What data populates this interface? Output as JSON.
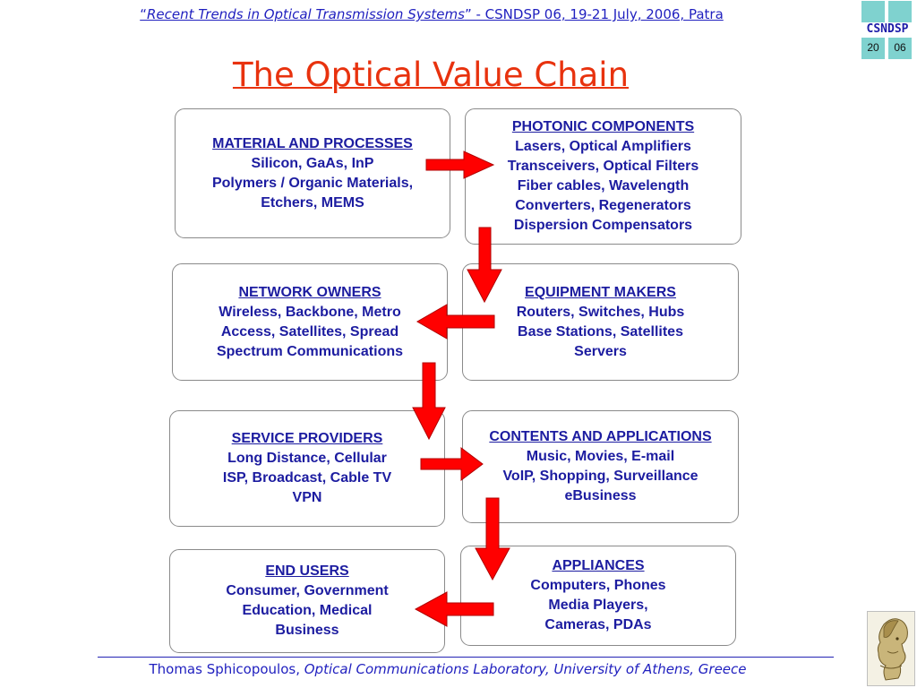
{
  "header": {
    "quote_open": "“",
    "conference_title": "Recent Trends in Optical Transmission Systems",
    "rest": "”  - CSNDSP 06, 19-21 July, 2006, Patra"
  },
  "logo": {
    "word": "CSNDSP",
    "left_num": "20",
    "right_num": "06"
  },
  "title": "The Optical Value Chain",
  "boxes": {
    "material": {
      "title": "MATERIAL AND PROCESSES",
      "lines": [
        "Silicon, GaAs, InP",
        "Polymers / Organic Materials,",
        "Etchers, MEMS"
      ]
    },
    "photonic": {
      "title": "PHOTONIC COMPONENTS",
      "lines": [
        "Lasers, Optical Amplifiers",
        "Transceivers, Optical Filters",
        "Fiber cables, Wavelength",
        "Converters, Regenerators",
        "Dispersion Compensators"
      ]
    },
    "network": {
      "title": "NETWORK OWNERS",
      "lines": [
        "Wireless, Backbone, Metro",
        "Access, Satellites, Spread",
        "Spectrum Communications"
      ]
    },
    "equipment": {
      "title": "EQUIPMENT MAKERS",
      "lines": [
        "Routers, Switches, Hubs",
        "Base Stations, Satellites",
        "Servers"
      ]
    },
    "service": {
      "title": "SERVICE PROVIDERS",
      "lines": [
        "Long Distance, Cellular",
        "ISP, Broadcast, Cable TV",
        "VPN"
      ]
    },
    "contents": {
      "title": "CONTENTS AND APPLICATIONS",
      "lines": [
        "Music, Movies, E-mail",
        "VoIP, Shopping, Surveillance",
        "eBusiness"
      ]
    },
    "endusers": {
      "title": "END USERS",
      "lines": [
        "Consumer, Government",
        "Education, Medical",
        "Business"
      ]
    },
    "appliances": {
      "title": "APPLIANCES",
      "lines": [
        "Computers, Phones",
        "Media Players,",
        "Cameras, PDAs"
      ]
    }
  },
  "footer": {
    "author": "Thomas Sphicopoulos, ",
    "affiliation": "Optical Communications Laboratory, University of Athens, Greece"
  },
  "colors": {
    "accent_red": "#e8320e",
    "arrow_red": "#ff0000",
    "text_blue": "#1c1ca0",
    "logo_teal": "#7fd2cf"
  },
  "icons": [
    "right-arrow-icon",
    "down-arrow-icon",
    "left-arrow-icon",
    "athena-head-icon"
  ]
}
